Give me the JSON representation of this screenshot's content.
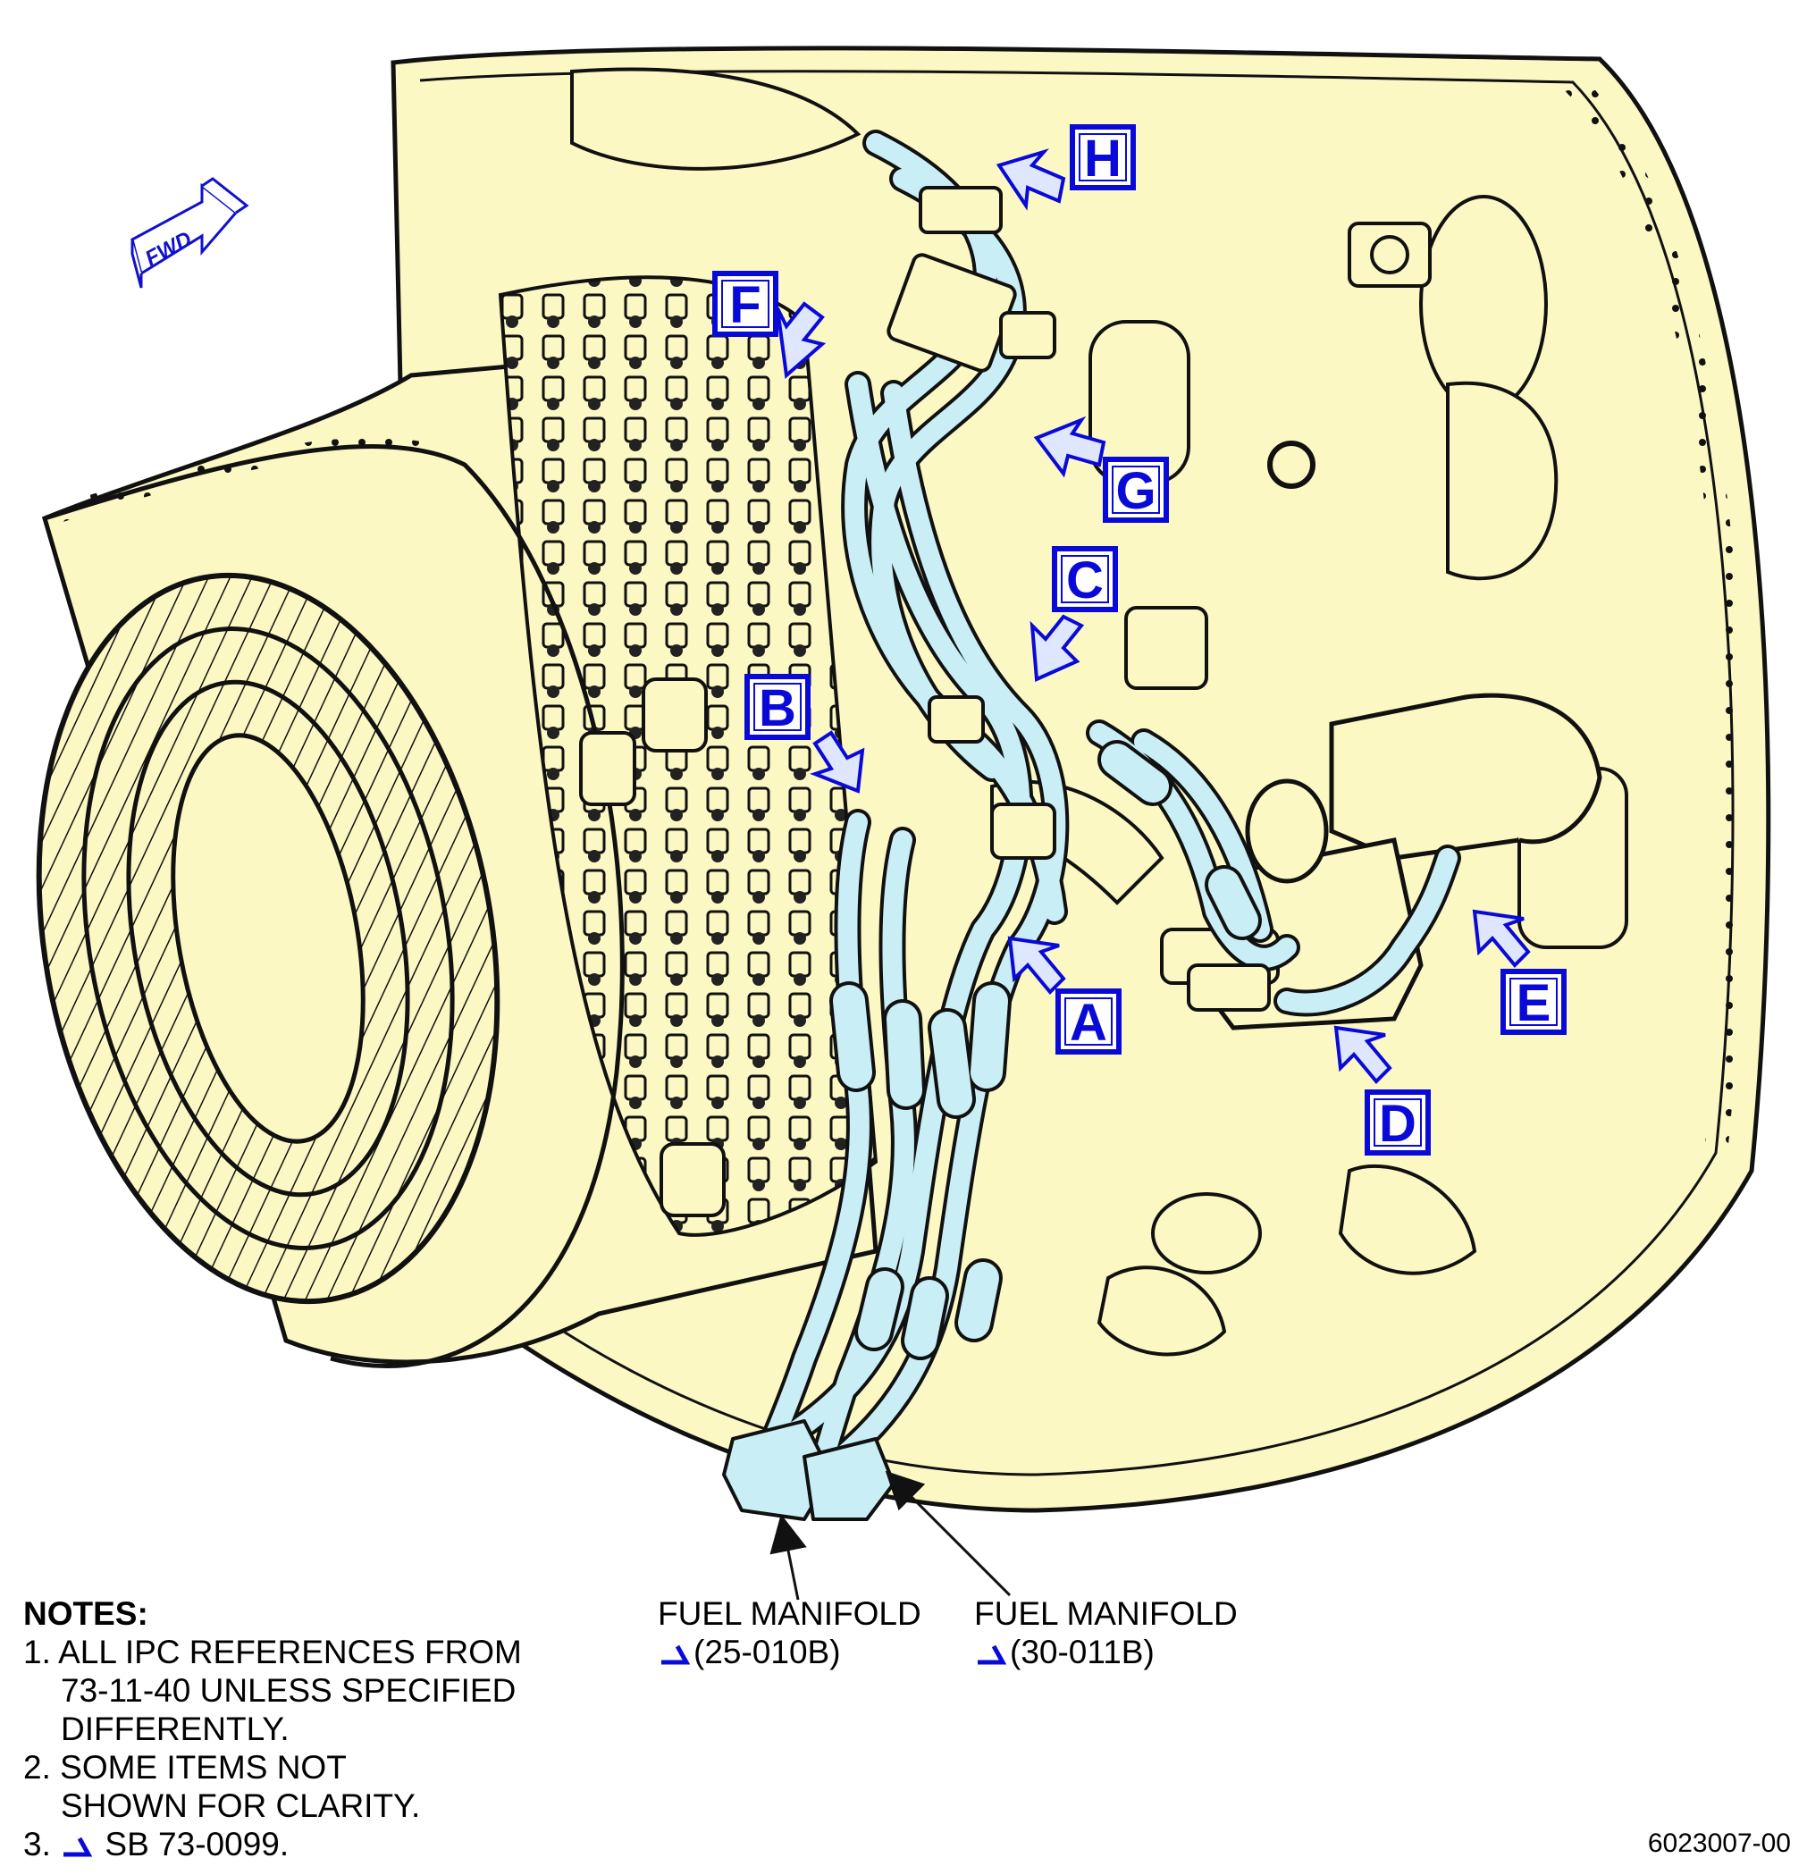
{
  "fwd_indicator": "FWD",
  "callouts": [
    "H",
    "F",
    "G",
    "C",
    "B",
    "A",
    "E",
    "D"
  ],
  "leaders": [
    {
      "line1": "FUEL MANIFOLD",
      "line2": "(25-010B)"
    },
    {
      "line1": "FUEL MANIFOLD",
      "line2": "(30-011B)"
    }
  ],
  "notes": {
    "heading": "NOTES:",
    "n1_a": "1. ALL IPC REFERENCES FROM",
    "n1_b": "73-11-40 UNLESS SPECIFIED",
    "n1_c": "DIFFERENTLY.",
    "n2_a": "2. SOME ITEMS NOT",
    "n2_b": "SHOWN FOR CLARITY.",
    "n3_num": "3.",
    "n3_text": "SB 73-0099."
  },
  "figure_number": "6023007-00",
  "colors": {
    "part_fill": "#fcf8c4",
    "tube_fill": "#c9eef5",
    "callout_blue": "#0a0ad8",
    "arrow_fill": "#dfe6ff",
    "line": "#111111"
  }
}
